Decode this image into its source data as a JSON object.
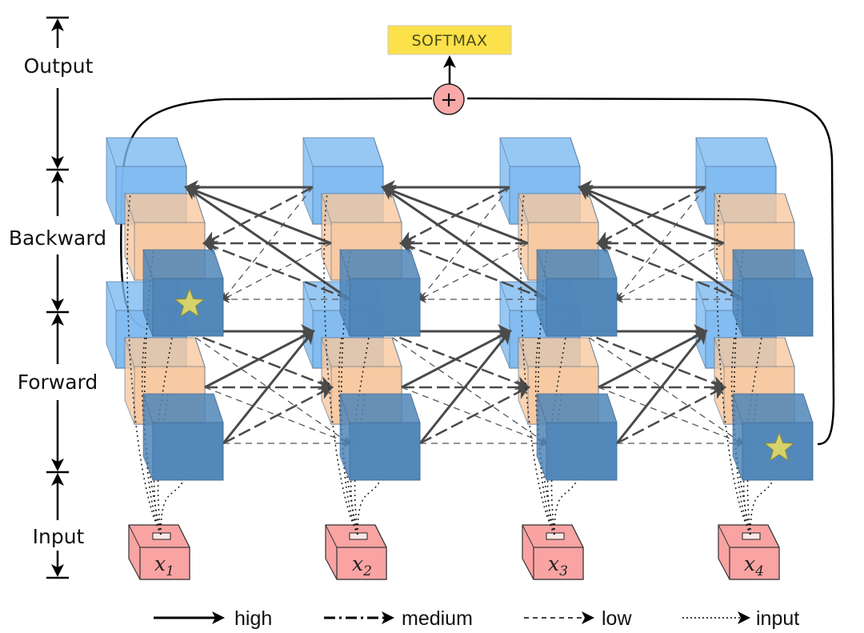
{
  "title": "Bidirectional Multi-Level RNN Diagram",
  "output_node": {
    "label": "SOFTMAX",
    "combine_symbol": "+",
    "fill": "#fde047",
    "combine_fill": "#f9a8a8"
  },
  "side_labels": [
    {
      "key": "output",
      "label": "Output"
    },
    {
      "key": "backward",
      "label": "Backward"
    },
    {
      "key": "forward",
      "label": "Forward"
    },
    {
      "key": "input",
      "label": "Input"
    }
  ],
  "timesteps": [
    {
      "index": 1,
      "input_symbol": "x",
      "input_subscript": "1"
    },
    {
      "index": 2,
      "input_symbol": "x",
      "input_subscript": "2"
    },
    {
      "index": 3,
      "input_symbol": "x",
      "input_subscript": "3"
    },
    {
      "index": 4,
      "input_symbol": "x",
      "input_subscript": "4"
    }
  ],
  "layers": [
    {
      "name": "high",
      "color": "#7db9f0"
    },
    {
      "name": "medium",
      "color": "#f8c89f"
    },
    {
      "name": "low",
      "color": "#4f86b8"
    }
  ],
  "input_color": "#f9a3a3",
  "stars": [
    {
      "direction": "backward",
      "timestep": 1,
      "color": "#d7d36b"
    },
    {
      "direction": "forward",
      "timestep": 4,
      "color": "#d7d36b"
    }
  ],
  "legend": [
    {
      "key": "high",
      "label": "high",
      "style": "solid"
    },
    {
      "key": "medium",
      "label": "medium",
      "style": "dash-dot"
    },
    {
      "key": "low",
      "label": "low",
      "style": "dashed"
    },
    {
      "key": "input",
      "label": "input",
      "style": "dotted"
    }
  ]
}
